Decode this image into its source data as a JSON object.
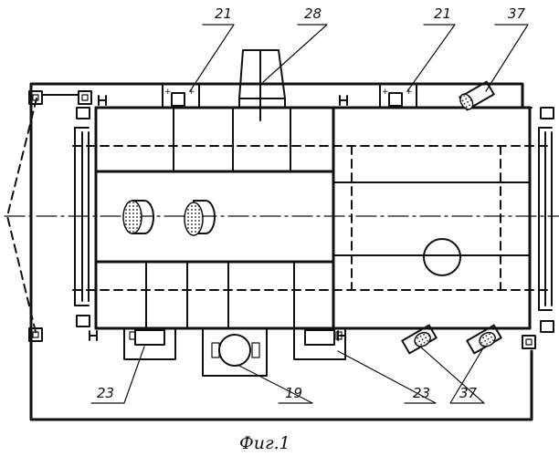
{
  "figure": {
    "caption": "Фиг.1"
  },
  "callouts": [
    {
      "label": "21"
    },
    {
      "label": "28"
    },
    {
      "label": "21"
    },
    {
      "label": "37"
    },
    {
      "label": "23"
    },
    {
      "label": "19"
    },
    {
      "label": "23"
    },
    {
      "label": "37"
    }
  ]
}
